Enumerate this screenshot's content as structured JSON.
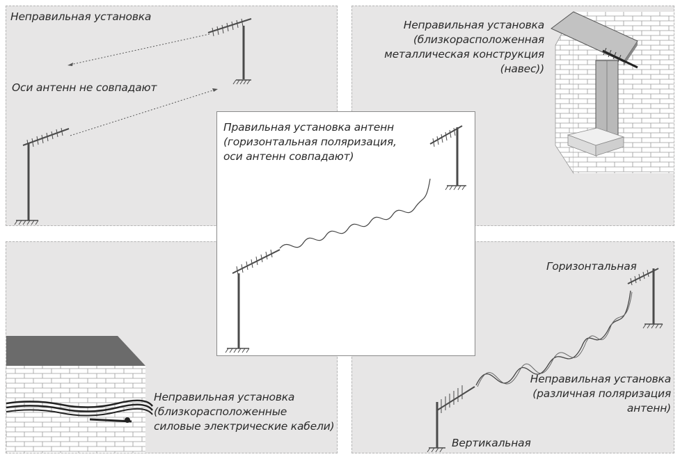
{
  "panel_top_left": {
    "title": "Неправильная установка",
    "axis_note": "Оси антенн не совпадают"
  },
  "panel_top_right": {
    "lines": [
      "Неправильная установка",
      "(близкорасположенная",
      "металлическая конструкция",
      "(навес))"
    ]
  },
  "panel_center": {
    "lines": [
      "Правильная установка антенн",
      "(горизонтальная поляризация,",
      "оси антенн совпадают)"
    ]
  },
  "panel_bottom_left": {
    "lines": [
      "Неправильная установка",
      "(близкорасположенные",
      "силовые электрические кабели)"
    ]
  },
  "panel_bottom_right": {
    "horizontal_label": "Горизонтальная",
    "vertical_label": "Вертикальная",
    "lines": [
      "Неправильная установка",
      "(различная поляризация",
      "антенн)"
    ]
  },
  "colors": {
    "panel_bg": "#e7e6e6",
    "line": "#3a3a3a",
    "brick": "#ffffff",
    "roof": "#6b6b6b"
  }
}
